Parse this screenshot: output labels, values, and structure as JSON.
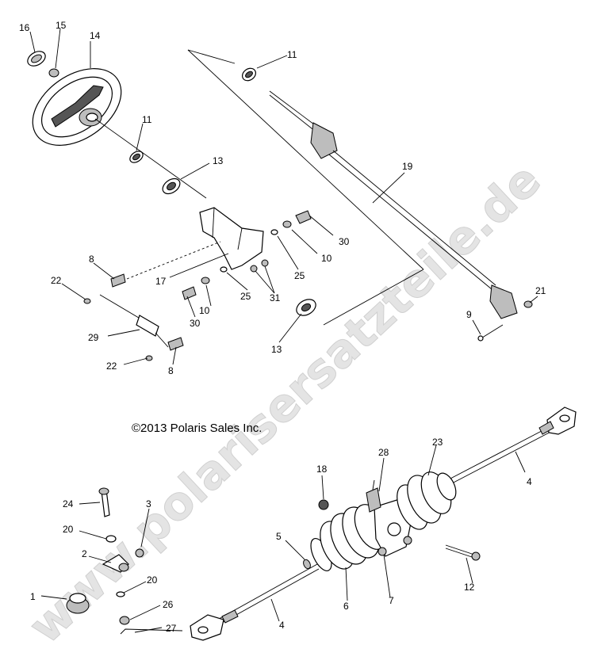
{
  "watermark": "www.polarisersatzteile.de",
  "copyright": "©2013 Polaris Sales Inc.",
  "colors": {
    "line": "#000000",
    "watermark": "#e4e4e4",
    "background": "#ffffff"
  },
  "callouts": {
    "c16": "16",
    "c15": "15",
    "c14": "14",
    "c11a": "11",
    "c11b": "11",
    "c13a": "13",
    "c19": "19",
    "c30a": "30",
    "c10a": "10",
    "c25a": "25",
    "c8a": "8",
    "c22a": "22",
    "c17": "17",
    "c10b": "10",
    "c25b": "25",
    "c31": "31",
    "c30b": "30",
    "c21": "21",
    "c9": "9",
    "c29": "29",
    "c13b": "13",
    "c22b": "22",
    "c8b": "8",
    "c18": "18",
    "c28": "28",
    "c23": "23",
    "c4a": "4",
    "c24": "24",
    "c3": "3",
    "c20a": "20",
    "c2": "2",
    "c5": "5",
    "c20b": "20",
    "c1": "1",
    "c26": "26",
    "c27": "27",
    "c6": "6",
    "c7": "7",
    "c12": "12",
    "c4b": "4"
  }
}
